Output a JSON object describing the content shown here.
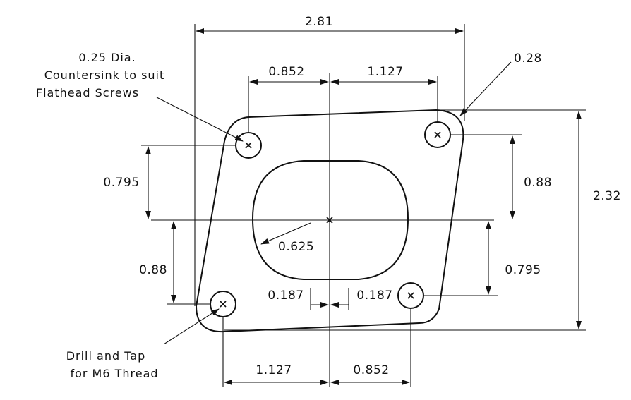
{
  "dimensions": {
    "overall_width": "2.81",
    "overall_height": "2.32",
    "top_left_offset": "0.852",
    "top_right_offset": "1.127",
    "bottom_left_offset": "1.127",
    "bottom_right_offset": "0.852",
    "left_upper_height": "0.795",
    "right_upper_height": "0.88",
    "left_lower_height": "0.88",
    "right_lower_height": "0.795",
    "slot_half_left": "0.187",
    "slot_half_right": "0.187",
    "center_radius": "0.625",
    "corner_radius": "0.28"
  },
  "notes": {
    "countersink_line1": "0.25 Dia.",
    "countersink_line2": "Countersink to suit",
    "countersink_line3": "Flathead Screws",
    "drill_line1": "Drill and Tap",
    "drill_line2": "for M6 Thread"
  }
}
